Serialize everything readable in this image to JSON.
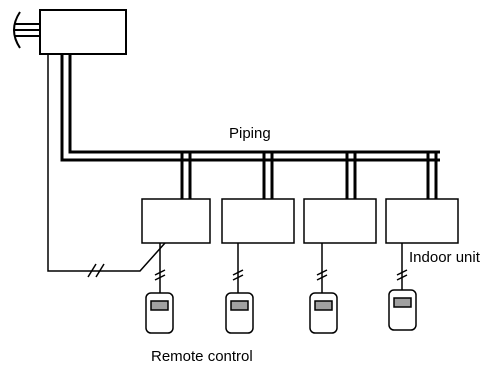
{
  "labels": {
    "piping": "Piping",
    "indoor_unit": "Indoor unit",
    "remote_control": "Remote control"
  },
  "colors": {
    "stroke": "#000000",
    "display": "#a0a0a0",
    "background": "#ffffff"
  },
  "components": {
    "outdoor_unit_count": 1,
    "indoor_unit_count": 4,
    "remote_control_count": 4
  }
}
